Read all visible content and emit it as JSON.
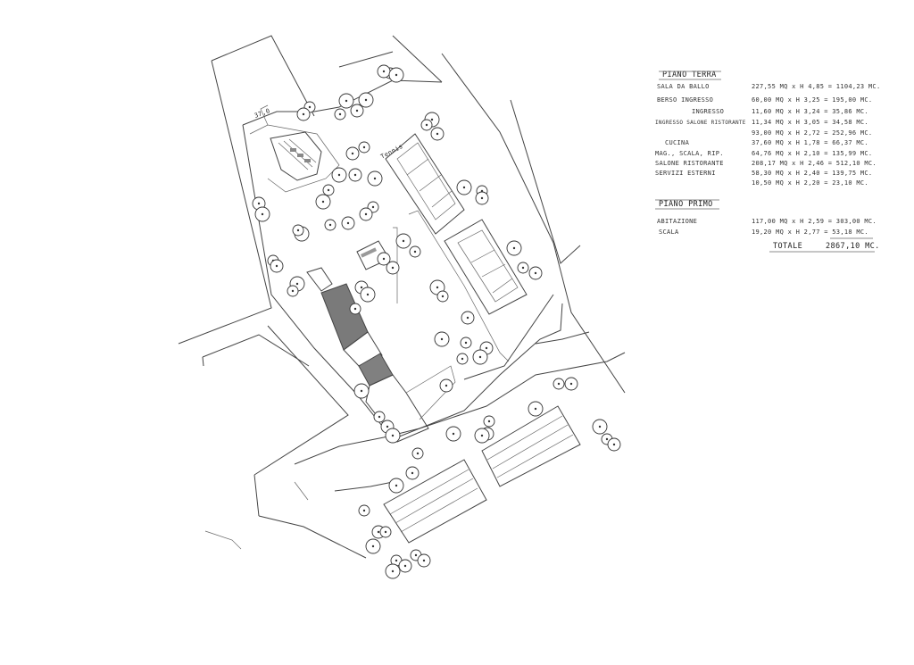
{
  "schedule": {
    "ground_floor_title": "PIANO TERRA",
    "ground_floor_rows": [
      {
        "label": "SALA DA BALLO",
        "calc": "227,55 MQ x H 4,85 = 1104,23 MC."
      },
      {
        "label": "BERSO INGRESSO",
        "calc": "60,00 MQ x H 3,25 = 195,00 MC."
      },
      {
        "label": "INGRESSO",
        "calc": "11,60 MQ x H 3,24 = 35,86 MC."
      },
      {
        "label": "INGRESSO SALONE RISTORANTE",
        "calc": "11,34 MQ x H 3,05 = 34,58 MC."
      },
      {
        "label": "",
        "calc": "93,00 MQ x H 2,72 = 252,96 MC."
      },
      {
        "label": "CUCINA",
        "calc": "37,60 MQ x H 1,78 = 66,37 MC."
      },
      {
        "label": "MAG., SCALA, RIP.",
        "calc": "64,76 MQ x H 2,10 = 135,99 MC."
      },
      {
        "label": "SALONE RISTORANTE",
        "calc": "208,17 MQ x H 2,46 = 512,10 MC."
      },
      {
        "label": "SERVIZI ESTERNI",
        "calc": "58,30 MQ x H 2,40 = 139,75 MC."
      },
      {
        "label": "",
        "calc": "10,50 MQ x H 2,20 = 23,10 MC."
      }
    ],
    "first_floor_title": "PIANO PRIMO",
    "first_floor_rows": [
      {
        "label": "ABITAZIONE",
        "calc": "117,00 MQ x H 2,59 = 303,00 MC."
      },
      {
        "label": "SCALA",
        "calc": "19,20 MQ x H 2,77 = 53,18 MC."
      }
    ],
    "total_label": "TOTALE",
    "total_value": "2867,10 MC."
  },
  "plan_labels": {
    "dimension": "37,0",
    "tennis": "Tennis"
  }
}
